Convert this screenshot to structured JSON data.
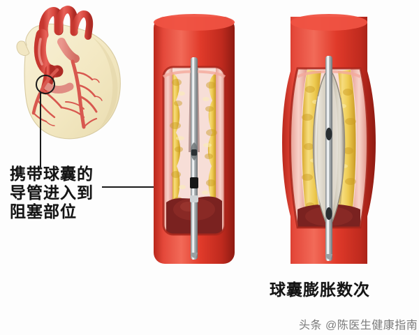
{
  "figure": {
    "title_visible": false,
    "background_color": "#ffffff"
  },
  "panels": {
    "heart": {
      "name": "coronary-artery-heart-diagram",
      "organ_fill": "#f5ecc8",
      "artery_color": "#d9433c",
      "aorta_color": "#e0574c",
      "marker_circle": "blockage-site-circle"
    },
    "vessel_deflated": {
      "name": "artery-with-deflated-balloon-catheter",
      "wall_color": "#e2372a",
      "wall_shadow": "#a81d14",
      "inner_wall_color": "#f5b8ae",
      "plaque_color": "#f0cc52",
      "plaque_shadow": "#c79a22",
      "lumen_blood_color": "#7a2020",
      "catheter_color": "#b9bcbe",
      "marker_band_color": "#1c1c1c"
    },
    "vessel_inflated": {
      "name": "artery-with-inflated-balloon",
      "wall_color": "#e2372a",
      "wall_shadow": "#a81d14",
      "inner_wall_color": "#f5b8ae",
      "plaque_color": "#f0cc52",
      "plaque_shadow": "#c79a22",
      "balloon_color": "#cfc8b8",
      "balloon_highlight": "#efece4",
      "catheter_color": "#b9bcbe",
      "marker_band_color": "#2a2a2a"
    }
  },
  "annotations": {
    "catheter_caption": "携带球囊的\n导管进入到\n阻塞部位",
    "catheter_caption_lines": [
      "携带球囊的",
      "导管进入到",
      "阻塞部位"
    ],
    "inflate_caption": "球囊膨胀数次",
    "leader_from_heart": "blockage-site-pointer",
    "leader_to_catheter": "catheter-tip-pointer"
  },
  "watermark": {
    "text": "头条 @陈医生健康指南",
    "color": "#7a7a7a"
  }
}
